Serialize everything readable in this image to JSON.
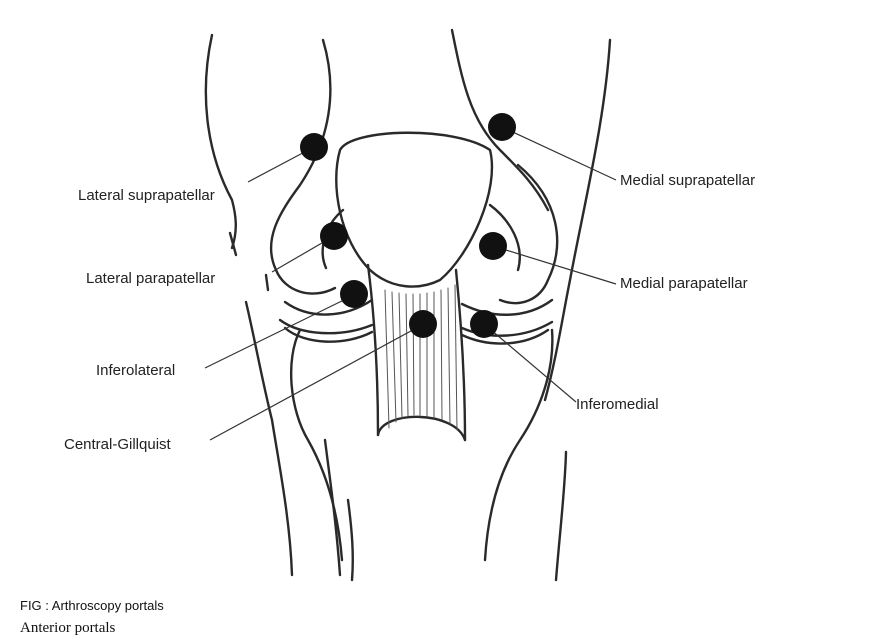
{
  "portals": {
    "lateral_suprapatellar": "Lateral suprapatellar",
    "lateral_parapatellar": "Lateral parapatellar",
    "inferolateral": "Inferolateral",
    "central_gillquist": "Central-Gillquist",
    "medial_suprapatellar": "Medial suprapatellar",
    "medial_parapatellar": "Medial parapatellar",
    "inferomedial": "Inferomedial"
  },
  "caption": {
    "figure": "FIG : Arthroscopy portals",
    "subtitle": "Anterior portals"
  },
  "colors": {
    "line": "#2a2a2a",
    "portal": "#111111"
  }
}
